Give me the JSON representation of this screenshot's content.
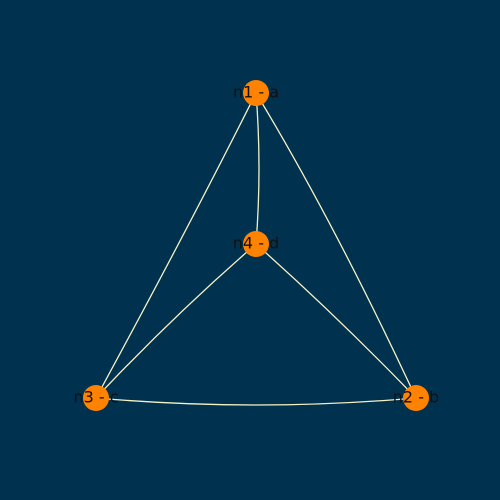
{
  "colors": {
    "background": "#00314f",
    "edge": "#f4f2c4",
    "node": "#ff8200",
    "label": "#111111"
  },
  "nodes": [
    {
      "id": "n1",
      "label": "n1 - a"
    },
    {
      "id": "n2",
      "label": "n2 - b"
    },
    {
      "id": "n3",
      "label": "n3 - c"
    },
    {
      "id": "n4",
      "label": "n4 - d"
    }
  ],
  "edges": [
    {
      "source": "n1",
      "target": "n4"
    },
    {
      "source": "n1",
      "target": "n3"
    },
    {
      "source": "n1",
      "target": "n2"
    },
    {
      "source": "n4",
      "target": "n3"
    },
    {
      "source": "n4",
      "target": "n2"
    },
    {
      "source": "n3",
      "target": "n2"
    }
  ]
}
